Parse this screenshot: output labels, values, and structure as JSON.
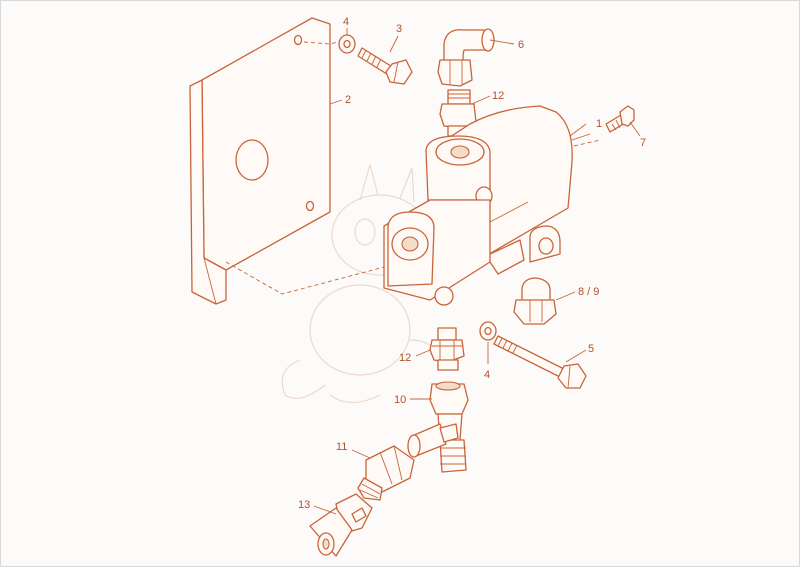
{
  "diagram": {
    "accent_color": "#c8643a",
    "callouts": [
      {
        "id": "c1",
        "label": "1"
      },
      {
        "id": "c2",
        "label": "2"
      },
      {
        "id": "c3",
        "label": "3"
      },
      {
        "id": "c4a",
        "label": "4"
      },
      {
        "id": "c4b",
        "label": "4"
      },
      {
        "id": "c5",
        "label": "5"
      },
      {
        "id": "c6",
        "label": "6"
      },
      {
        "id": "c7",
        "label": "7"
      },
      {
        "id": "c89",
        "label": "8 / 9"
      },
      {
        "id": "c10",
        "label": "10"
      },
      {
        "id": "c11",
        "label": "11"
      },
      {
        "id": "c12a",
        "label": "12"
      },
      {
        "id": "c12b",
        "label": "12"
      },
      {
        "id": "c13",
        "label": "13"
      }
    ]
  }
}
